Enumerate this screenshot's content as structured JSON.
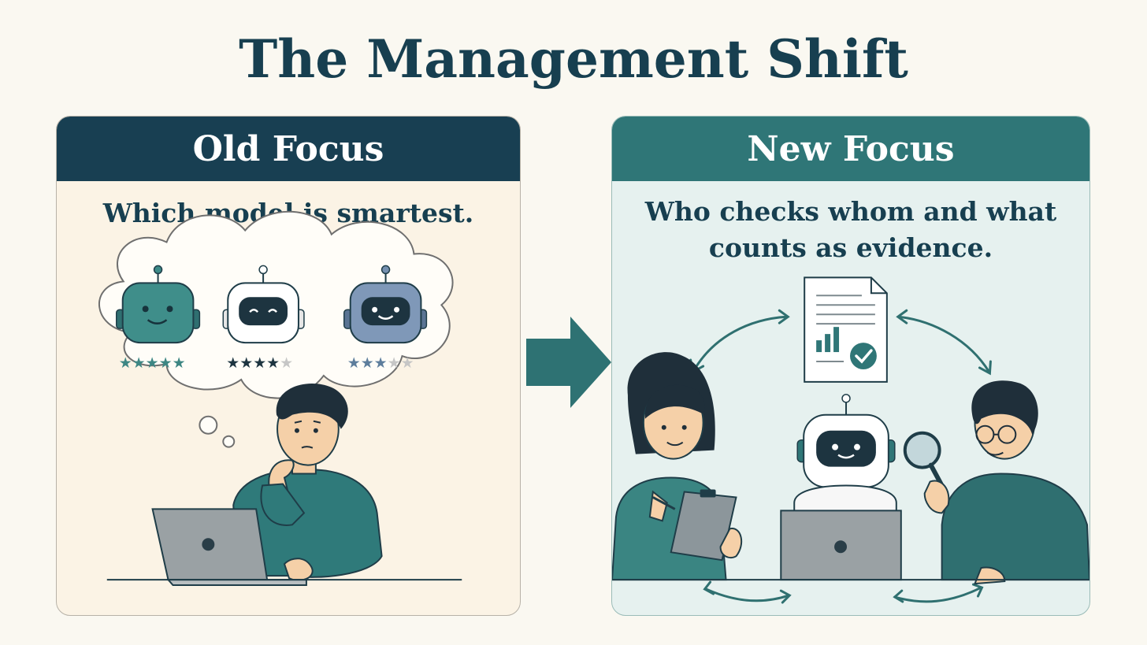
{
  "title": "The Management Shift",
  "old_panel": {
    "header": "Old Focus",
    "caption": "Which model is smartest.",
    "ratings": [
      {
        "robot": "green-robot",
        "stars": 5
      },
      {
        "robot": "white-robot",
        "stars": 4
      },
      {
        "robot": "blue-robot",
        "stars": 3
      }
    ]
  },
  "new_panel": {
    "header": "New Focus",
    "caption": "Who checks whom and what counts as evidence."
  },
  "colors": {
    "navy": "#183f52",
    "teal": "#2f7677",
    "cream": "#fbf3e5",
    "mint": "#e6f1ef",
    "background": "#faf8f1"
  }
}
